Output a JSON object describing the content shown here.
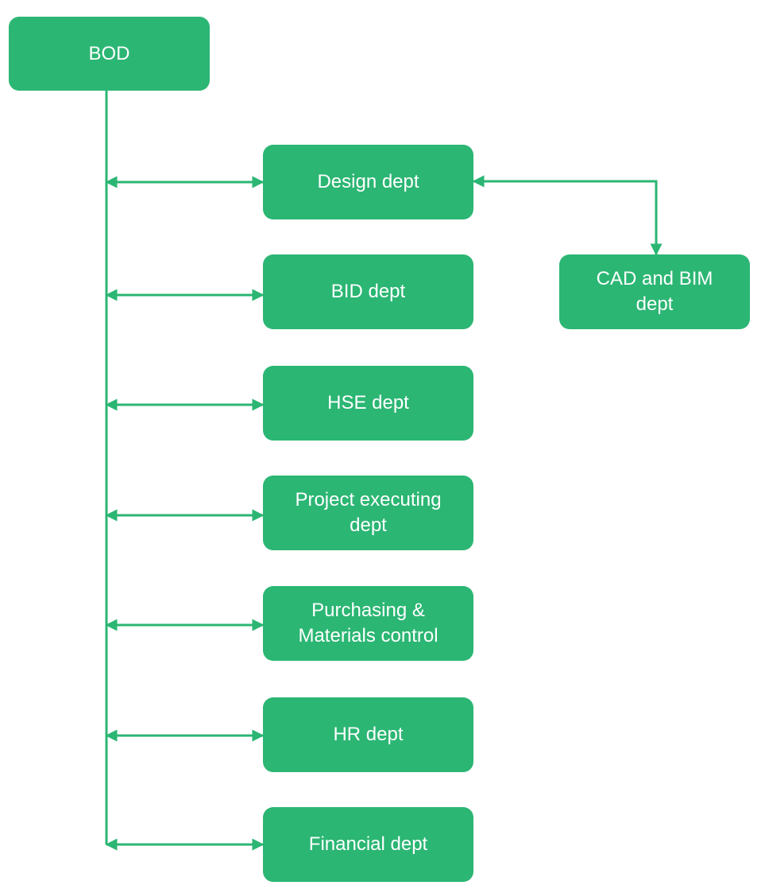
{
  "colors": {
    "node_fill": "#2bb673",
    "node_text": "#ffffff",
    "connector": "#2bb673"
  },
  "nodes": {
    "bod": "BOD",
    "design": "Design dept",
    "bid": "BID dept",
    "hse": "HSE dept",
    "project": "Project executing\ndept",
    "purchasing": "Purchasing &\nMaterials control",
    "hr": "HR dept",
    "financial": "Financial dept",
    "cad": "CAD and BIM\ndept"
  },
  "edges": [
    {
      "from": "bod",
      "to": "design",
      "arrows": "both"
    },
    {
      "from": "bod",
      "to": "bid",
      "arrows": "both"
    },
    {
      "from": "bod",
      "to": "hse",
      "arrows": "both"
    },
    {
      "from": "bod",
      "to": "project",
      "arrows": "both"
    },
    {
      "from": "bod",
      "to": "purchasing",
      "arrows": "both"
    },
    {
      "from": "bod",
      "to": "hr",
      "arrows": "both"
    },
    {
      "from": "bod",
      "to": "financial",
      "arrows": "both"
    },
    {
      "from": "design",
      "to": "cad",
      "arrows": "both"
    }
  ]
}
